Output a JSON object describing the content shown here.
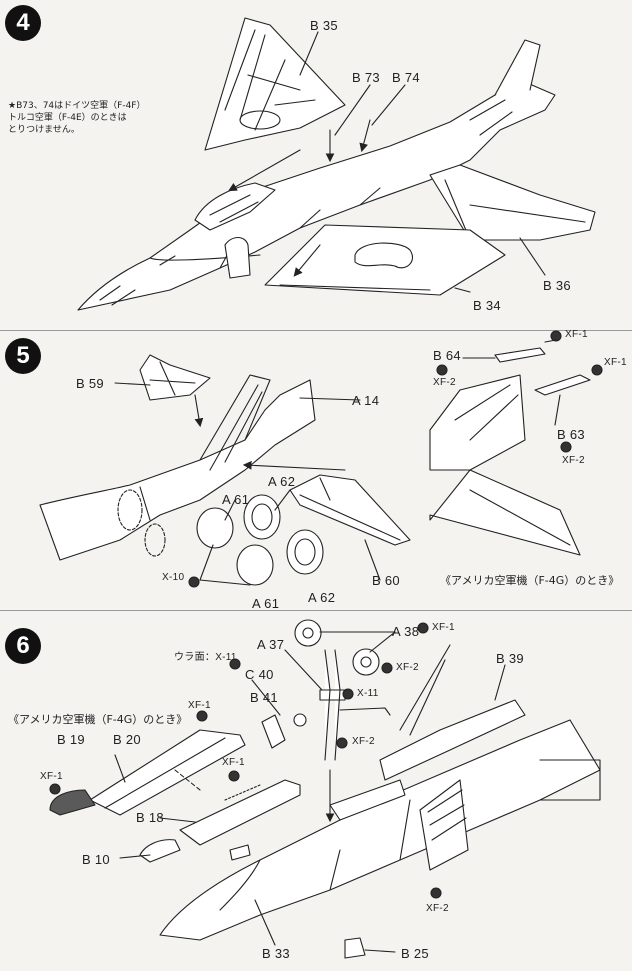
{
  "steps": [
    {
      "number": "4",
      "labels": {
        "b35": "B 35",
        "b73": "B 73",
        "b74": "B 74",
        "b34": "B 34",
        "b36": "B 36"
      },
      "note": [
        "★B73、74はドイツ空軍（F-4F）",
        "トルコ空軍（F-4E）のときは",
        "とりつけません。"
      ]
    },
    {
      "number": "5",
      "labels": {
        "b59": "B 59",
        "a14": "A 14",
        "a61a": "A 61",
        "a62a": "A 62",
        "a61b": "A 61",
        "a62b": "A 62",
        "x10": "X-10",
        "b60": "B 60",
        "b64": "B 64",
        "xf2a": "XF-2",
        "xf1a": "XF-1",
        "xf1b": "XF-1",
        "b63": "B 63",
        "xf2b": "XF-2"
      },
      "caption": "《アメリカ空軍機（F-4G）のとき》"
    },
    {
      "number": "6",
      "labels": {
        "a37": "A 37",
        "a38": "A 38",
        "xf1a": "XF-1",
        "xf2a": "XF-2",
        "b39": "B 39",
        "x11a": "ウラ面：X-11",
        "c40": "C 40",
        "b41": "B 41",
        "x11b": "X-11",
        "xf2b": "XF-2",
        "xf1b": "XF-1",
        "b19": "B 19",
        "b20": "B 20",
        "xf1c": "XF-1",
        "xf1d": "XF-1",
        "b18": "B 18",
        "b10": "B 10",
        "b33": "B 33",
        "b25": "B 25",
        "xf2c": "XF-2"
      },
      "caption": "《アメリカ空軍機（F-4G）のとき》"
    }
  ],
  "palette": {
    "paper": "#f4f3f0",
    "ink": "#222222",
    "fill": "#ffffff",
    "shade": "#5a5a5a"
  }
}
